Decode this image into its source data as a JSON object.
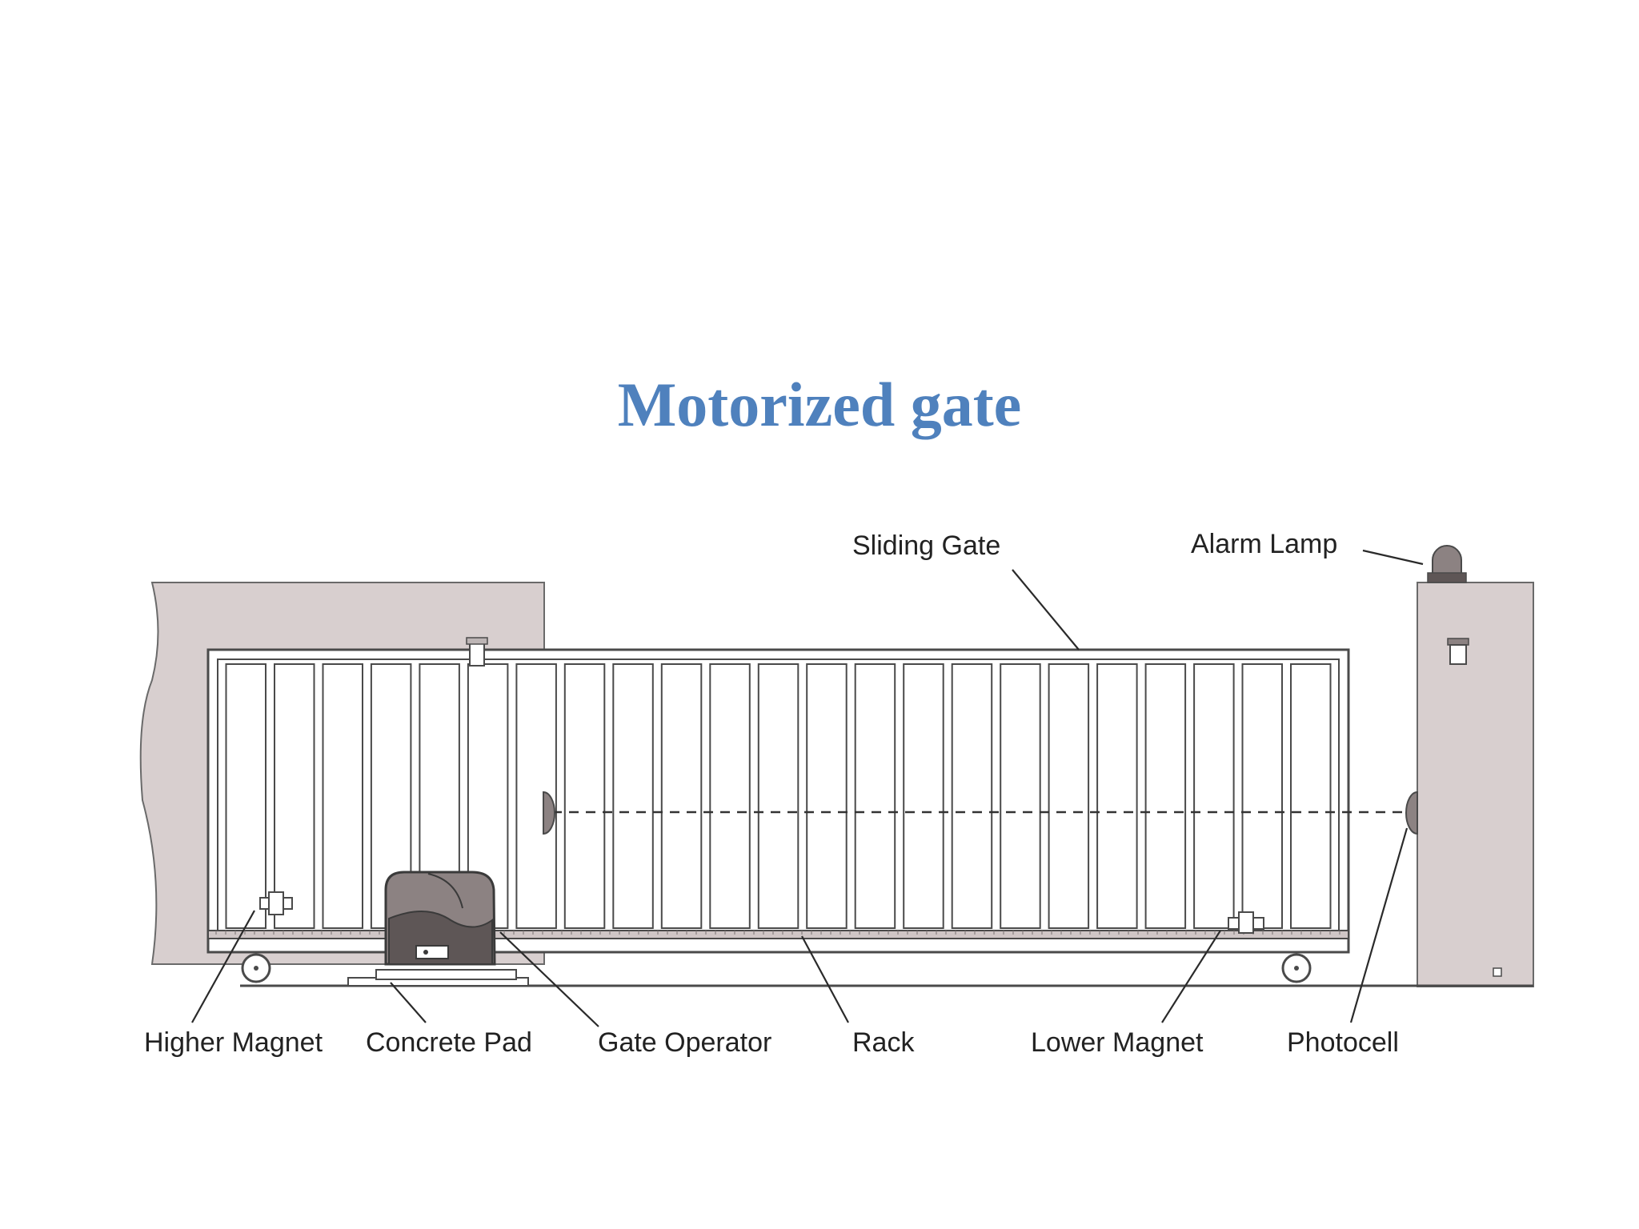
{
  "title": "Motorized gate",
  "colors": {
    "title": "#4f81bd",
    "wall": "#d8cfcf",
    "gate_frame": "#ffffff",
    "outline": "#4a4a4a",
    "operator": "#8c8282",
    "operator_dark": "#5e5656"
  },
  "labels": {
    "sliding_gate": "Sliding Gate",
    "alarm_lamp": "Alarm Lamp",
    "higher_magnet": "Higher Magnet",
    "concrete_pad": "Concrete Pad",
    "gate_operator": "Gate Operator",
    "rack": "Rack",
    "lower_magnet": "Lower Magnet",
    "photocell": "Photocell"
  }
}
